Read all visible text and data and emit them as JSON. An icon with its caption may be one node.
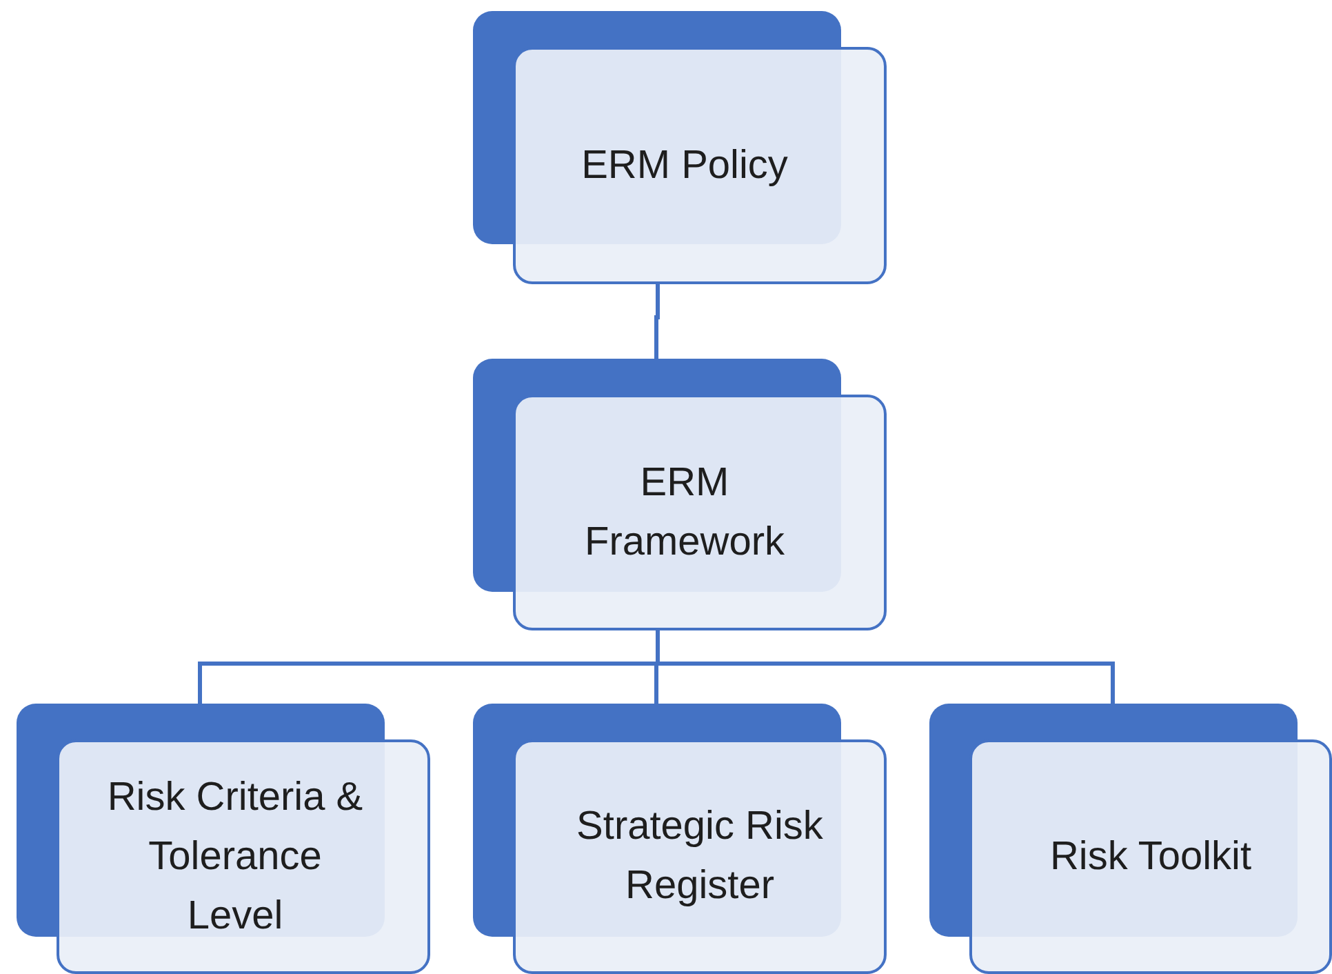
{
  "diagram": {
    "nodes": [
      {
        "text": [
          "ERM Policy"
        ]
      },
      {
        "text": [
          "ERM Framework"
        ]
      },
      {
        "text": [
          "Risk Criteria & Tolerance Level"
        ]
      },
      {
        "text": [
          "Strategic Risk Register"
        ]
      },
      {
        "text": [
          "Risk Toolkit"
        ]
      }
    ],
    "edges": [
      {
        "from": 0,
        "to": 1,
        "arrow": "none"
      },
      {
        "from": 1,
        "to": 2,
        "arrow": "none"
      },
      {
        "from": 1,
        "to": 3,
        "arrow": "none"
      },
      {
        "from": 1,
        "to": 4,
        "arrow": "none"
      }
    ]
  }
}
